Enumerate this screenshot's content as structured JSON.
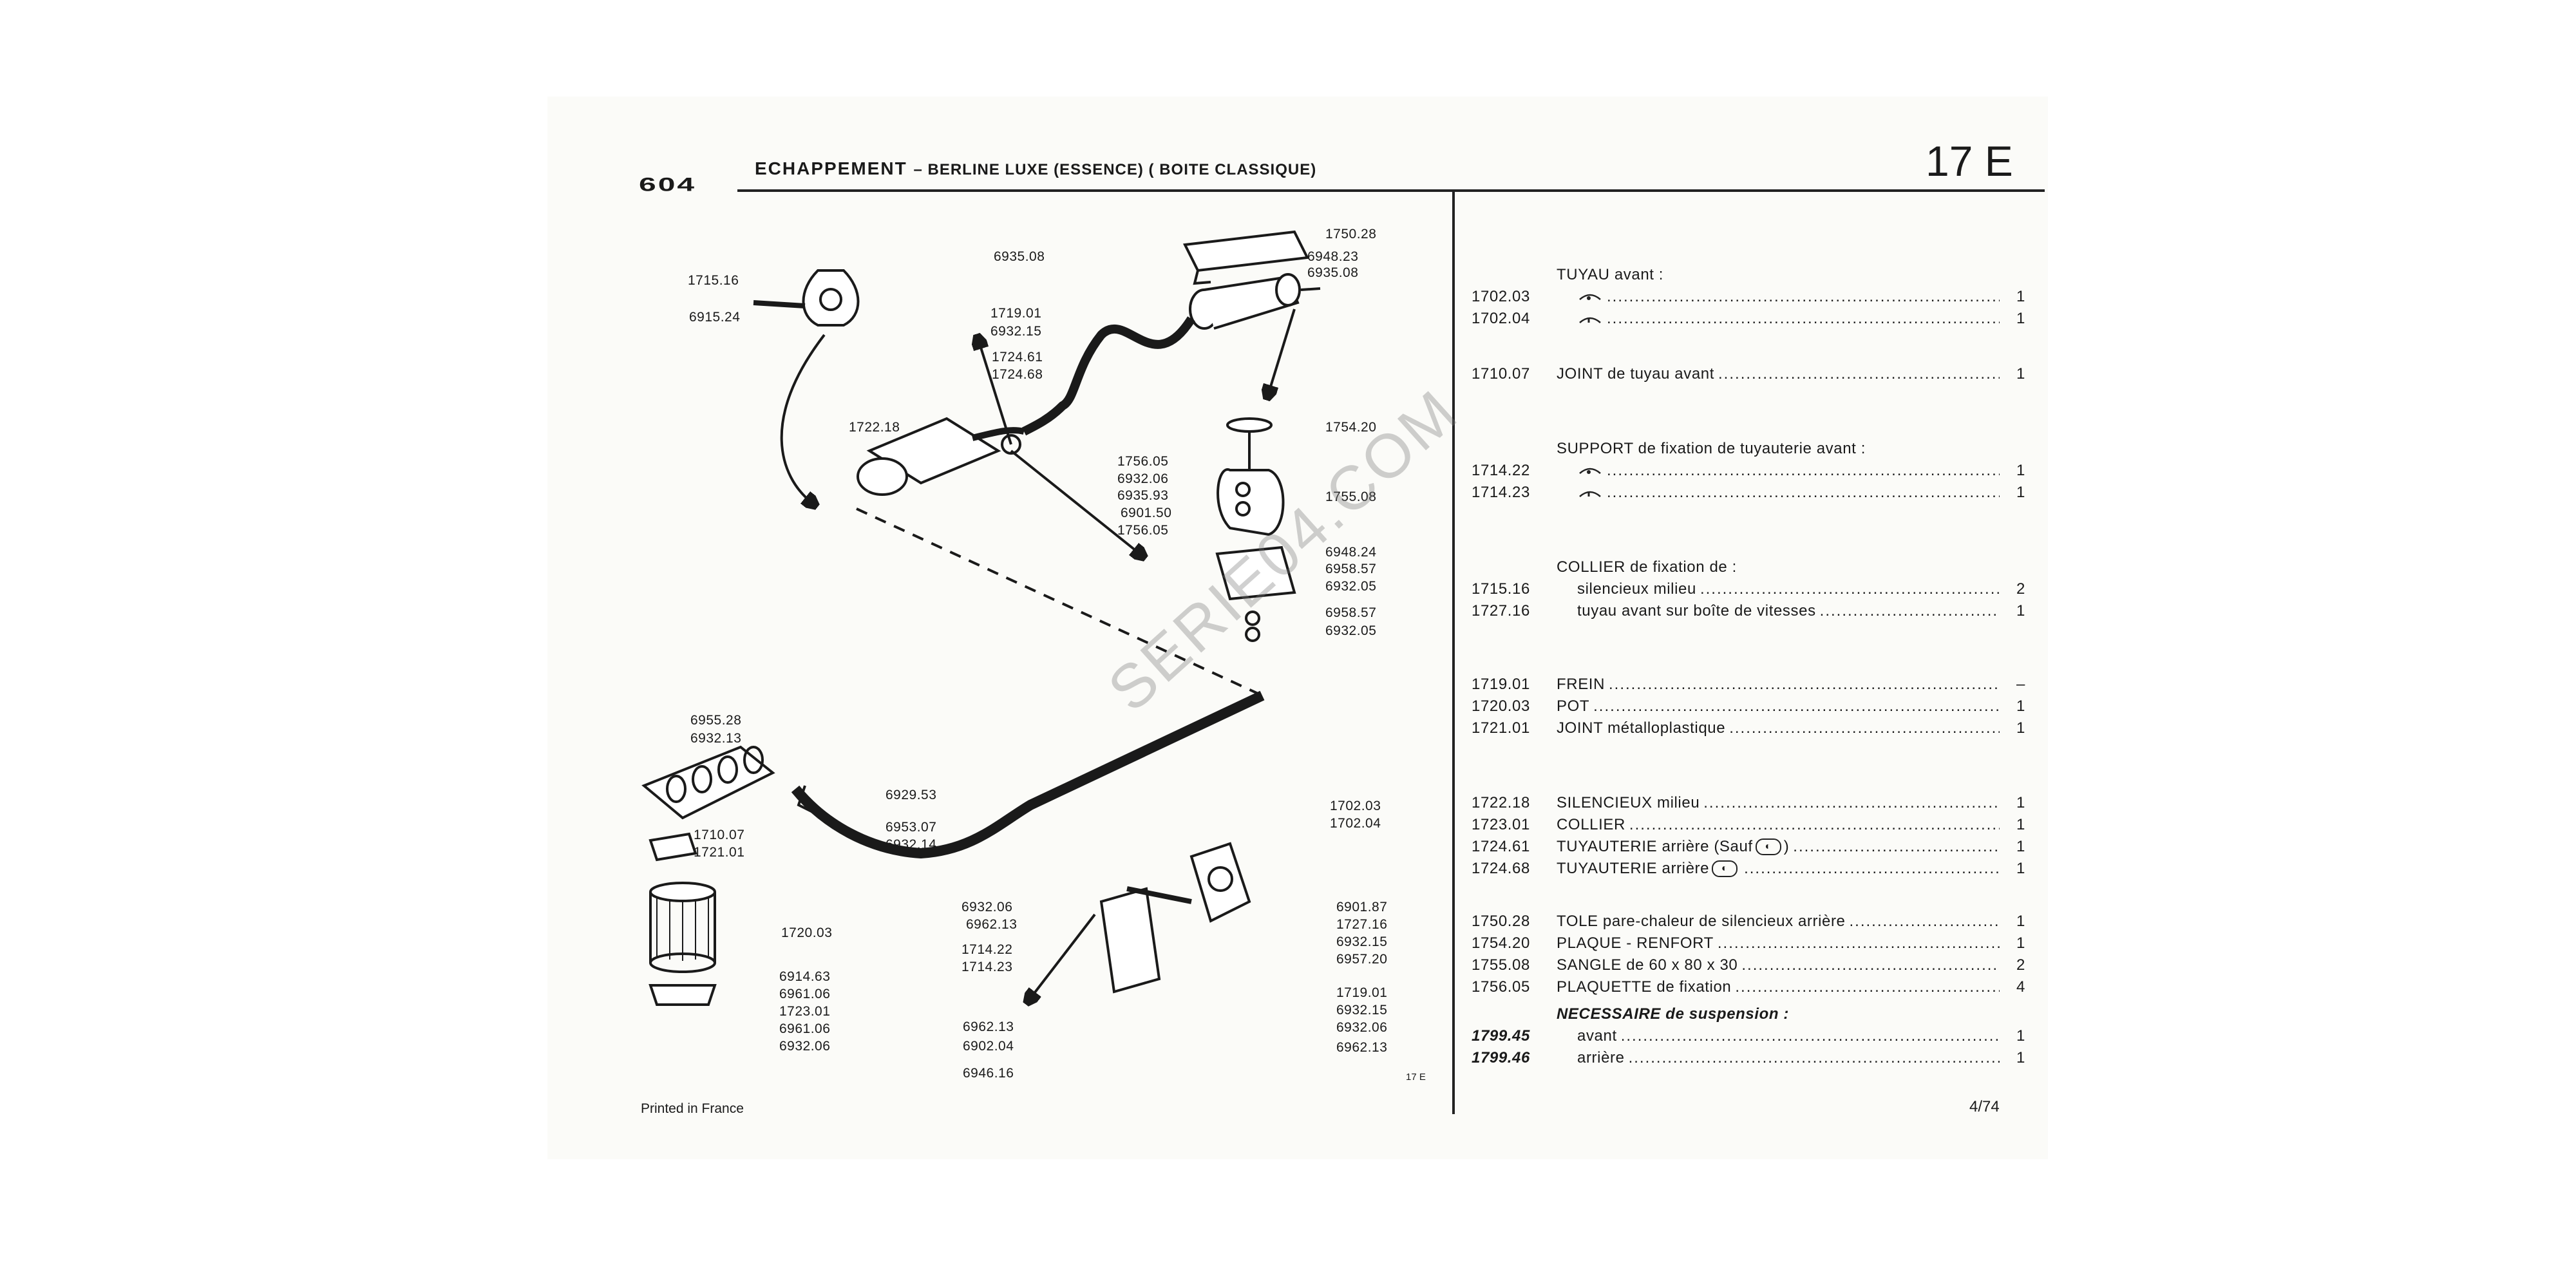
{
  "header": {
    "brand": "604",
    "title": "ECHAPPEMENT",
    "subtitle": "– BERLINE LUXE (ESSENCE) ( BOITE CLASSIQUE)",
    "page_code": "17 E"
  },
  "callouts": {
    "c1750_28": "1750.28",
    "c6935_08a": "6935.08",
    "c6948_23": "6948.23",
    "c6935_08b": "6935.08",
    "c1715_16": "1715.16",
    "c6915_24": "6915.24",
    "c1719_01a": "1719.01",
    "c6932_15a": "6932.15",
    "c1724_61": "1724.61",
    "c1724_68": "1724.68",
    "c1722_18": "1722.18",
    "c1754_20": "1754.20",
    "c1756_05a": "1756.05",
    "c6932_06a": "6932.06",
    "c6935_93": "6935.93",
    "c6901_50": "6901.50",
    "c1756_05b": "1756.05",
    "c1755_08": "1755.08",
    "c6948_24": "6948.24",
    "c6958_57a": "6958.57",
    "c6932_05a": "6932.05",
    "c6958_57b": "6958.57",
    "c6932_05b": "6932.05",
    "c6955_28": "6955.28",
    "c6932_13": "6932.13",
    "c6929_53": "6929.53",
    "c1710_07": "1710.07",
    "c1721_01": "1721.01",
    "c6953_07": "6953.07",
    "c6932_14": "6932.14",
    "c1702_03": "1702.03",
    "c1702_04": "1702.04",
    "c1720_03": "1720.03",
    "c6914_63": "6914.63",
    "c6961_06a": "6961.06",
    "c1723_01": "1723.01",
    "c6961_06b": "6961.06",
    "c6932_06b": "6932.06",
    "c6932_06c": "6932.06",
    "c6962_13a": "6962.13",
    "c1714_22": "1714.22",
    "c1714_23": "1714.23",
    "c6962_13b": "6962.13",
    "c6902_04": "6902.04",
    "c6946_16": "6946.16",
    "c6901_87": "6901.87",
    "c1727_16": "1727.16",
    "c6932_15b": "6932.15",
    "c6957_20": "6957.20",
    "c1719_01b": "1719.01",
    "c6932_15c": "6932.15",
    "c6932_06d": "6932.06",
    "c6962_13c": "6962.13"
  },
  "parts": {
    "g1_heading": "TUYAU avant :",
    "p1702_03": "1702.03",
    "p1702_04": "1702.04",
    "p1710_07": "1710.07",
    "p1710_07_desc": "JOINT de tuyau avant",
    "p1710_07_qty": "1",
    "g3_heading": "SUPPORT de fixation de tuyauterie avant :",
    "p1714_22": "1714.22",
    "p1714_23": "1714.23",
    "g4_heading": "COLLIER de fixation de :",
    "p1715_16": "1715.16",
    "p1715_16_desc": "silencieux milieu",
    "p1715_16_qty": "2",
    "p1727_16": "1727.16",
    "p1727_16_desc": "tuyau avant sur boîte de vitesses",
    "p1727_16_qty": "1",
    "p1719_01": "1719.01",
    "p1719_01_desc": "FREIN",
    "p1719_01_qty": "–",
    "p1720_03": "1720.03",
    "p1720_03_desc": "POT",
    "p1720_03_qty": "1",
    "p1721_01": "1721.01",
    "p1721_01_desc": "JOINT métalloplastique",
    "p1721_01_qty": "1",
    "p1722_18": "1722.18",
    "p1722_18_desc": "SILENCIEUX milieu",
    "p1722_18_qty": "1",
    "p1723_01": "1723.01",
    "p1723_01_desc": "COLLIER",
    "p1723_01_qty": "1",
    "p1724_61": "1724.61",
    "p1724_61_desc": "TUYAUTERIE arrière (Sauf",
    "p1724_61_qty": "1",
    "p1724_68": "1724.68",
    "p1724_68_desc": "TUYAUTERIE arrière",
    "p1724_68_qty": "1",
    "p1750_28": "1750.28",
    "p1750_28_desc": "TOLE pare-chaleur de silencieux arrière",
    "p1750_28_qty": "1",
    "p1754_20": "1754.20",
    "p1754_20_desc": "PLAQUE - RENFORT",
    "p1754_20_qty": "1",
    "p1755_08": "1755.08",
    "p1755_08_desc": "SANGLE de 60 x 80 x 30",
    "p1755_08_qty": "2",
    "p1756_05": "1756.05",
    "p1756_05_desc": "PLAQUETTE de fixation",
    "p1756_05_qty": "4",
    "g_necessaire": "NECESSAIRE de suspension :",
    "p1799_45": "1799.45",
    "p1799_45_desc": "avant",
    "p1799_45_qty": "1",
    "p1799_46": "1799.46",
    "p1799_46_desc": "arrière",
    "p1799_46_qty": "1",
    "qty_one": "1"
  },
  "footer": {
    "printed": "Printed in France",
    "code": "17 E",
    "date": "4/74"
  },
  "watermark": "SERIE04.COM"
}
